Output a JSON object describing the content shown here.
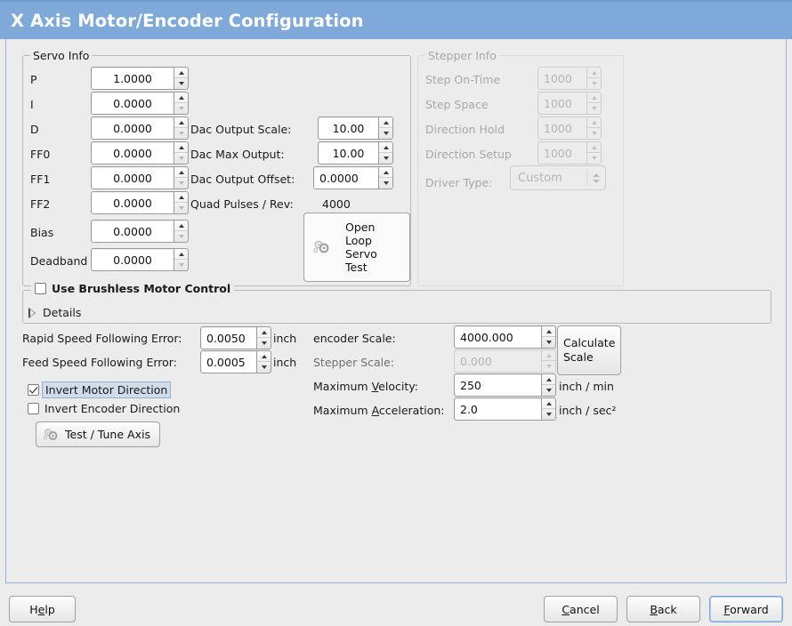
{
  "window": {
    "title": "X Axis Motor/Encoder Configuration",
    "accent": "#7fa9d9"
  },
  "servo": {
    "legend": "Servo Info",
    "rows": [
      {
        "label": "P",
        "value": "1.0000"
      },
      {
        "label": "I",
        "value": "0.0000"
      },
      {
        "label": "D",
        "value": "0.0000"
      },
      {
        "label": "FF0",
        "value": "0.0000"
      },
      {
        "label": "FF1",
        "value": "0.0000"
      },
      {
        "label": "FF2",
        "value": "0.0000"
      },
      {
        "label": "Bias",
        "value": "0.0000"
      },
      {
        "label": "Deadband",
        "value": "0.0000"
      }
    ],
    "dac": [
      {
        "label": "Dac Output Scale:",
        "value": "10.00"
      },
      {
        "label": "Dac Max Output:",
        "value": "10.00"
      },
      {
        "label": "Dac Output Offset:",
        "value": "0.0000"
      }
    ],
    "quad_label": "Quad Pulses / Rev:",
    "quad_value": "4000",
    "open_loop_button": "Open\nLoop\nServo\nTest",
    "open_loop_lines": [
      "Open",
      "Loop",
      "Servo",
      "Test"
    ]
  },
  "stepper": {
    "legend": "Stepper Info",
    "rows": [
      {
        "label": "Step On-Time",
        "value": "1000"
      },
      {
        "label": "Step Space",
        "value": "1000"
      },
      {
        "label": "Direction Hold",
        "value": "1000"
      },
      {
        "label": "Direction Setup",
        "value": "1000"
      }
    ],
    "driver_label": "Driver Type:",
    "driver_value": "Custom"
  },
  "brushless": {
    "legend": "Use Brushless Motor Control",
    "checked": false,
    "details_label": "Details"
  },
  "errors": {
    "rapid_label": "Rapid Speed Following Error:",
    "rapid_value": "0.0050",
    "rapid_unit": "inch",
    "feed_label": "Feed Speed Following Error:",
    "feed_value": "0.0005",
    "feed_unit": "inch"
  },
  "inverts": {
    "motor_label": "Invert Motor Direction",
    "motor_checked": true,
    "encoder_label": "Invert Encoder Direction",
    "encoder_checked": false
  },
  "test_tune_button": "Test / Tune Axis",
  "scales": {
    "encoder_label": "encoder Scale:",
    "encoder_value": "4000.000",
    "stepper_label": "Stepper Scale:",
    "stepper_value": "0.000",
    "calculate_line1": "Calculate",
    "calculate_line2": "Scale",
    "velocity_label_pre": "Maximum ",
    "velocity_label_mn": "V",
    "velocity_label_post": "elocity:",
    "velocity_value": "250",
    "velocity_unit": "inch / min",
    "accel_label_pre": "Maximum ",
    "accel_label_mn": "A",
    "accel_label_post": "cceleration:",
    "accel_value": "2.0",
    "accel_unit": "inch / sec²"
  },
  "footer": {
    "help_pre": "H",
    "help_mn": "e",
    "help_post": "lp",
    "cancel_pre": "",
    "cancel_mn": "C",
    "cancel_post": "ancel",
    "back_pre": "",
    "back_mn": "B",
    "back_post": "ack",
    "forward_pre": "",
    "forward_mn": "F",
    "forward_post": "orward"
  }
}
